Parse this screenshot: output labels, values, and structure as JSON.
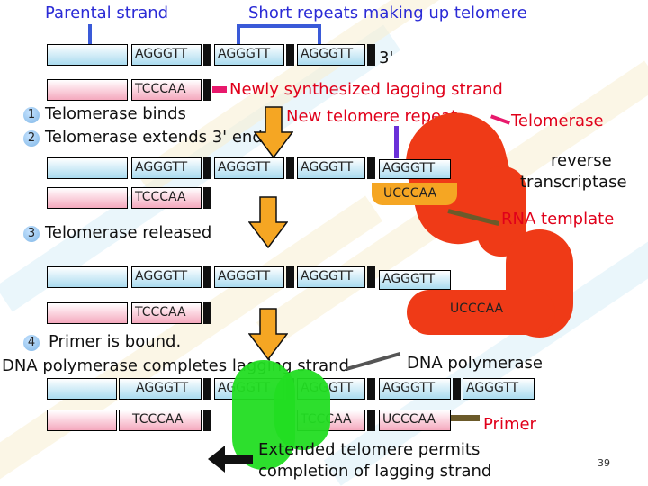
{
  "labels": {
    "parental_strand": "Parental strand",
    "short_repeats": "Short repeats making up telomere",
    "three_prime": "3'",
    "newly_synthesized": "Newly synthesized lagging strand",
    "new_telomere_repeat": "New telomere repeat",
    "telomerase": "Telomerase",
    "reverse_transcriptase_line1": "reverse",
    "reverse_transcriptase_line2": "transcriptase",
    "rna_template": "RNA template",
    "dna_polymerase": "DNA polymerase",
    "primer": "Primer",
    "extended_line1": "Extended telomere permits",
    "extended_line2": "completion of lagging strand"
  },
  "steps": [
    {
      "number": "1",
      "text": "Telomerase binds"
    },
    {
      "number": "2",
      "text": "Telomerase extends 3' end"
    },
    {
      "number": "3",
      "text": "Telomerase released"
    },
    {
      "number": "4",
      "text": "Primer is bound."
    }
  ],
  "step4_line2": "DNA polymerase completes lagging strand",
  "sequences": {
    "repeat": "AGGGTT",
    "complement": "TCCCAA",
    "rna_template": "UCCCAA"
  },
  "slide_number": "39",
  "colors": {
    "telomerase": "#ef3a17",
    "primer": "#22dd22",
    "pointer_blue": "#3a5ad8",
    "pointer_pink": "#e8196c",
    "label_red": "#e0001a",
    "arrow_orange": "#f5a623"
  }
}
